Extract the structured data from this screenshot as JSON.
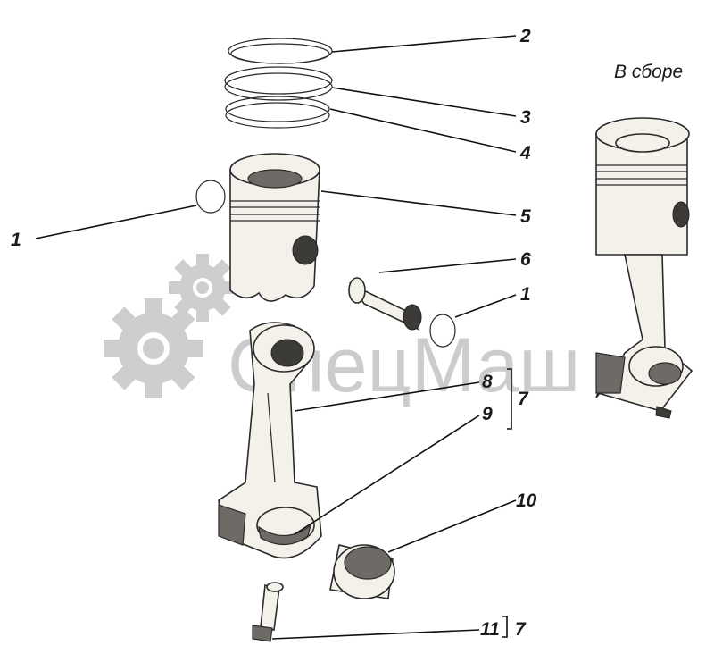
{
  "assembled_label": "В сборе",
  "watermark": {
    "text": "СпецМаш",
    "icon": "gears-icon"
  },
  "callouts": {
    "c1a": "1",
    "c2": "2",
    "c3": "3",
    "c4": "4",
    "c5": "5",
    "c6": "6",
    "c1b": "1",
    "c8": "8",
    "c7a": "7",
    "c9": "9",
    "c10": "10",
    "c11": "11",
    "c7b": "7"
  },
  "colors": {
    "watermark": "#b9b9b9",
    "ink": "#1a1a1a"
  }
}
